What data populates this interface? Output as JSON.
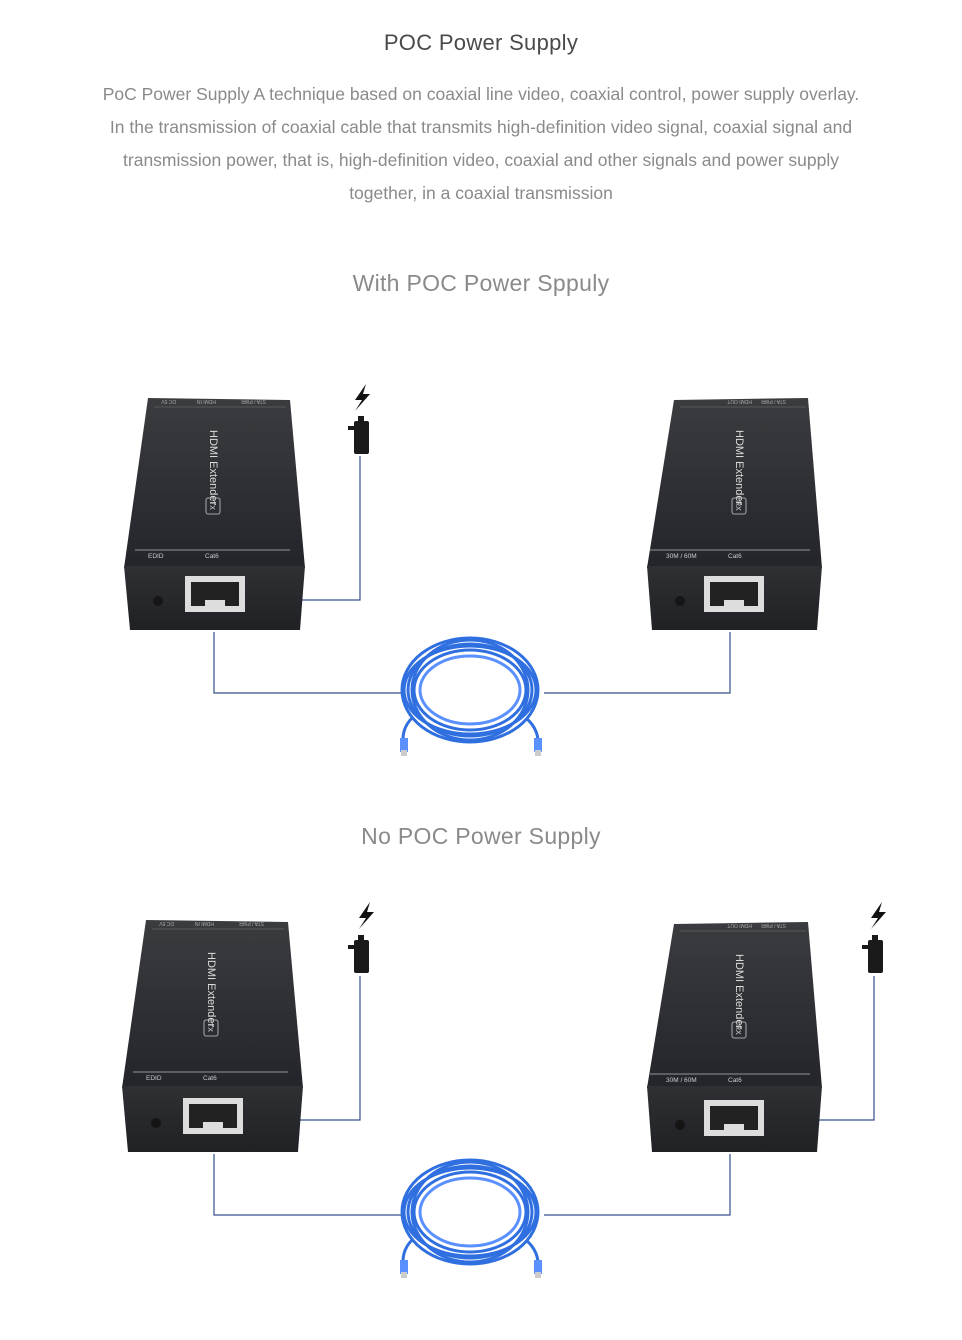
{
  "header": {
    "title": "POC Power Supply",
    "description": "PoC Power Supply A technique based on coaxial line video, coaxial control, power supply overlay. In the transmission of coaxial cable that transmits high-definition video signal, coaxial signal and transmission power, that is, high-definition video, coaxial and other signals and power supply together, in a coaxial transmission"
  },
  "sections": [
    {
      "title": "With POC Power Sppuly",
      "tx": {
        "name": "HDMI Extender",
        "badge": "TX",
        "top_labels": [
          "DC 5V",
          "HDMI IN",
          "STA / PWR"
        ],
        "bottom_labels": [
          "EDID",
          "Cat6"
        ]
      },
      "rx": {
        "name": "HDMI Extender",
        "badge": "RX",
        "top_labels": [
          "HDMI OUT",
          "STA / PWR"
        ],
        "bottom_labels": [
          "30M / 60M",
          "Cat6"
        ]
      }
    },
    {
      "title": "No POC Power Supply",
      "tx": {
        "name": "HDMI Extender",
        "badge": "TX",
        "top_labels": [
          "DC 5V",
          "HDMI IN",
          "STA / PWR"
        ],
        "bottom_labels": [
          "EDID",
          "Cat6"
        ]
      },
      "rx": {
        "name": "HDMI Extender",
        "badge": "RX",
        "top_labels": [
          "HDMI OUT",
          "STA / PWR"
        ],
        "bottom_labels": [
          "30M / 60M",
          "Cat6"
        ]
      }
    }
  ],
  "colors": {
    "title": "#4a4a4a",
    "text": "#8a8a8a",
    "device": "#2b2d30",
    "cable": "#2f6fe0",
    "line": "#34518a"
  }
}
